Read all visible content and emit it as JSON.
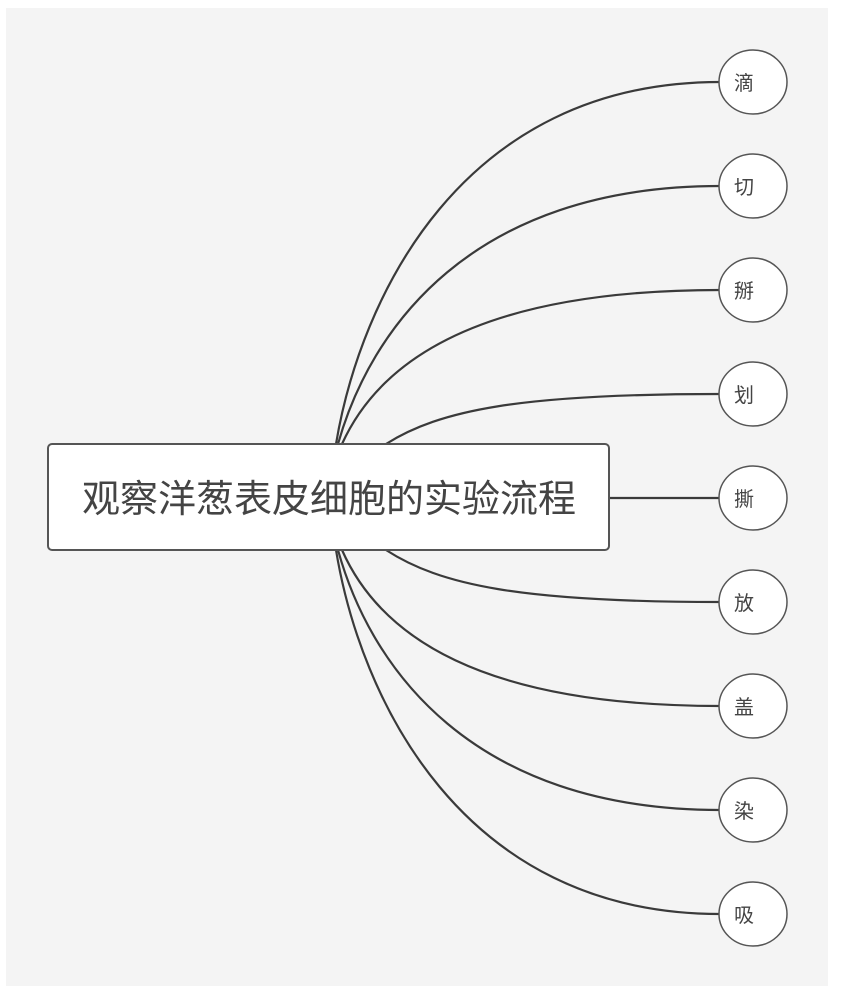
{
  "diagram": {
    "root": {
      "label": "观察洋葱表皮细胞的实验流程"
    },
    "steps": [
      {
        "label": "滴"
      },
      {
        "label": "切"
      },
      {
        "label": "掰"
      },
      {
        "label": "划"
      },
      {
        "label": "撕"
      },
      {
        "label": "放"
      },
      {
        "label": "盖"
      },
      {
        "label": "染"
      },
      {
        "label": "吸"
      }
    ]
  }
}
